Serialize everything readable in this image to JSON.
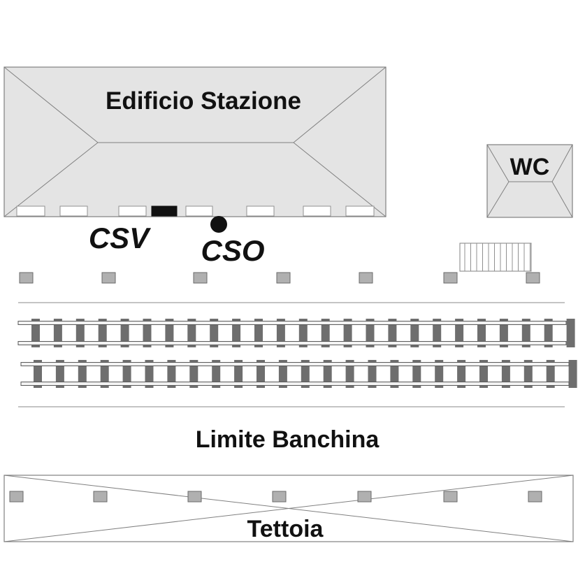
{
  "labels": {
    "station_building": "Edificio Stazione",
    "wc": "WC",
    "csv": "CSV",
    "cso": "CSO",
    "platform_limit": "Limite Banchina",
    "canopy": "Tettoia"
  },
  "colors": {
    "building_fill": "#e4e4e4",
    "outline": "#808080",
    "sleeper": "#6e6e6e",
    "marker_fill": "#b0b0b0",
    "marker_stroke": "#6a6a6a",
    "door_dark": "#111111",
    "window": "#ffffff",
    "text": "#111111"
  },
  "icons": {
    "cso_marker": "filled-circle",
    "bench": "striped-bench-icon"
  }
}
